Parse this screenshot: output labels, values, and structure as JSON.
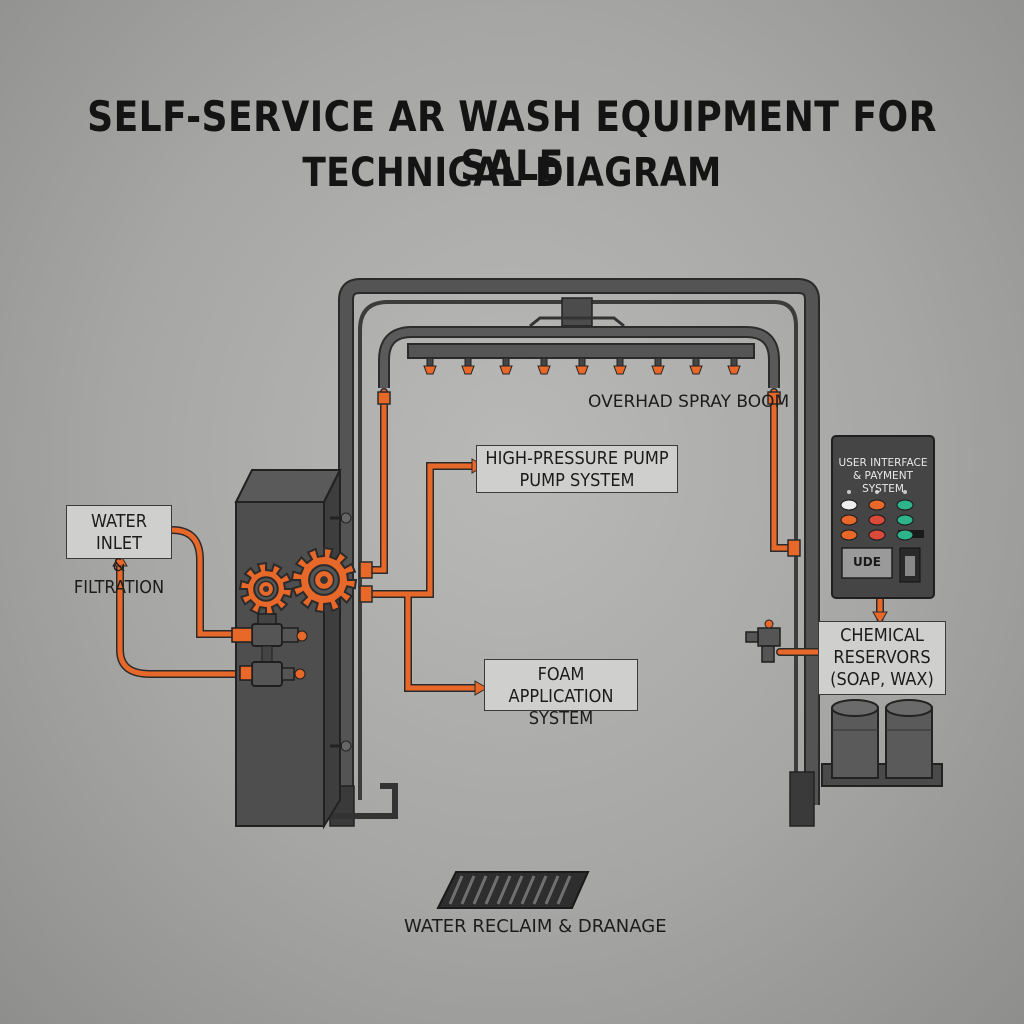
{
  "title": {
    "line1": "SELF-SERVICE AR WASH EQUIPMENT FOR SALE",
    "line2": "TECHNICAL DIAGRAM"
  },
  "labels": {
    "water_inlet": [
      "WATER INLET",
      "& FILTRATION"
    ],
    "pump": [
      "HIGH-PRESSURE PUMP",
      "PUMP SYSTEM"
    ],
    "foam": [
      "FOAM APPLICATION",
      "SYSTEM"
    ],
    "spray_boom": "OVERHAD SPRAY BOOM",
    "chemical": [
      "CHEMICAL",
      "RESERVORS",
      "(SOAP, WAX)"
    ],
    "reclaim": "WATER RECLAIM & DRANAGE",
    "ui_panel": [
      "USER INTERFACE",
      "& PAYMENT SYSTEM"
    ],
    "ui_display": "UDE"
  },
  "colors": {
    "pipe": "#e8682a",
    "frame": "#4a4a4a",
    "background": "#a8a8a6"
  }
}
